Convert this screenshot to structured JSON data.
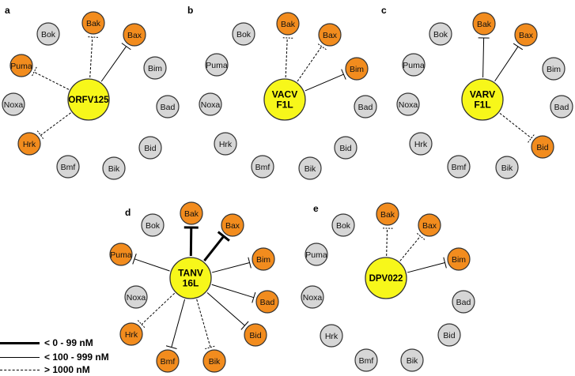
{
  "colors": {
    "center_fill": "#f7f71a",
    "bound_fill": "#f28c1e",
    "unbound_fill": "#d6d6d6",
    "stroke": "#333333",
    "line": "#000000"
  },
  "legend": {
    "strong": "< 0 - 99 nM",
    "medium": "< 100 - 999 nM",
    "weak": "> 1000 nM"
  },
  "panels": [
    {
      "label": "a",
      "center": [
        "ORFV125"
      ],
      "proteins": [
        {
          "name": "Bok",
          "status": "unbound"
        },
        {
          "name": "Bak",
          "status": "bound",
          "binding": "weak"
        },
        {
          "name": "Bax",
          "status": "bound",
          "binding": "medium"
        },
        {
          "name": "Puma",
          "status": "bound",
          "binding": "weak"
        },
        {
          "name": "Bim",
          "status": "unbound"
        },
        {
          "name": "Noxa",
          "status": "unbound"
        },
        {
          "name": "Bad",
          "status": "unbound"
        },
        {
          "name": "Hrk",
          "status": "bound",
          "binding": "weak"
        },
        {
          "name": "Bid",
          "status": "unbound"
        },
        {
          "name": "Bmf",
          "status": "unbound"
        },
        {
          "name": "Bik",
          "status": "unbound"
        }
      ]
    },
    {
      "label": "b",
      "center": [
        "VACV",
        "F1L"
      ],
      "proteins": [
        {
          "name": "Bok",
          "status": "unbound"
        },
        {
          "name": "Bak",
          "status": "bound",
          "binding": "weak"
        },
        {
          "name": "Bax",
          "status": "bound",
          "binding": "weak"
        },
        {
          "name": "Puma",
          "status": "unbound"
        },
        {
          "name": "Bim",
          "status": "bound",
          "binding": "medium"
        },
        {
          "name": "Noxa",
          "status": "unbound"
        },
        {
          "name": "Bad",
          "status": "unbound"
        },
        {
          "name": "Hrk",
          "status": "unbound"
        },
        {
          "name": "Bid",
          "status": "unbound"
        },
        {
          "name": "Bmf",
          "status": "unbound"
        },
        {
          "name": "Bik",
          "status": "unbound"
        }
      ]
    },
    {
      "label": "c",
      "center": [
        "VARV",
        "F1L"
      ],
      "proteins": [
        {
          "name": "Bok",
          "status": "unbound"
        },
        {
          "name": "Bak",
          "status": "bound",
          "binding": "medium"
        },
        {
          "name": "Bax",
          "status": "bound",
          "binding": "medium"
        },
        {
          "name": "Puma",
          "status": "unbound"
        },
        {
          "name": "Bim",
          "status": "unbound"
        },
        {
          "name": "Noxa",
          "status": "unbound"
        },
        {
          "name": "Bad",
          "status": "unbound"
        },
        {
          "name": "Hrk",
          "status": "unbound"
        },
        {
          "name": "Bid",
          "status": "bound",
          "binding": "weak"
        },
        {
          "name": "Bmf",
          "status": "unbound"
        },
        {
          "name": "Bik",
          "status": "unbound"
        }
      ]
    },
    {
      "label": "d",
      "center": [
        "TANV",
        "16L"
      ],
      "proteins": [
        {
          "name": "Bok",
          "status": "unbound"
        },
        {
          "name": "Bak",
          "status": "bound",
          "binding": "strong"
        },
        {
          "name": "Bax",
          "status": "bound",
          "binding": "strong"
        },
        {
          "name": "Puma",
          "status": "bound",
          "binding": "medium"
        },
        {
          "name": "Bim",
          "status": "bound",
          "binding": "medium"
        },
        {
          "name": "Noxa",
          "status": "unbound"
        },
        {
          "name": "Bad",
          "status": "bound",
          "binding": "medium"
        },
        {
          "name": "Hrk",
          "status": "bound",
          "binding": "weak"
        },
        {
          "name": "Bid",
          "status": "bound",
          "binding": "medium"
        },
        {
          "name": "Bmf",
          "status": "bound",
          "binding": "medium"
        },
        {
          "name": "Bik",
          "status": "bound",
          "binding": "weak"
        }
      ]
    },
    {
      "label": "e",
      "center": [
        "DPV022"
      ],
      "proteins": [
        {
          "name": "Bok",
          "status": "unbound"
        },
        {
          "name": "Bak",
          "status": "bound",
          "binding": "weak"
        },
        {
          "name": "Bax",
          "status": "bound",
          "binding": "weak"
        },
        {
          "name": "Puma",
          "status": "unbound"
        },
        {
          "name": "Bim",
          "status": "bound",
          "binding": "medium"
        },
        {
          "name": "Noxa",
          "status": "unbound"
        },
        {
          "name": "Bad",
          "status": "unbound"
        },
        {
          "name": "Hrk",
          "status": "unbound"
        },
        {
          "name": "Bid",
          "status": "unbound"
        },
        {
          "name": "Bmf",
          "status": "unbound"
        },
        {
          "name": "Bik",
          "status": "unbound"
        }
      ]
    }
  ]
}
